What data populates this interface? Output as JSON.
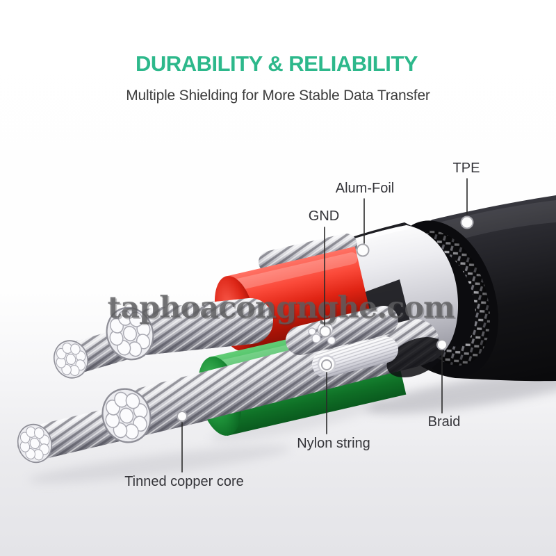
{
  "header": {
    "title": "DURABILITY & RELIABILITY",
    "subtitle": "Multiple Shielding for More Stable Data Transfer"
  },
  "diagram": {
    "watermark": "taphoacongnghe.com",
    "labels": {
      "tpe": "TPE",
      "alum_foil": "Alum-Foil",
      "gnd": "GND",
      "braid": "Braid",
      "nylon_string": "Nylon string",
      "tinned_copper_core": "Tinned copper core"
    }
  },
  "colors": {
    "accent_green": "#2db88b",
    "subtitle_text": "#3c3c3c",
    "label_text": "#333338",
    "wire_red": "#e02414",
    "wire_green": "#1b9238",
    "jacket_black": "#131316",
    "foil_silver": "#c9c9d0",
    "watermark_gray": "#5e5e60"
  }
}
